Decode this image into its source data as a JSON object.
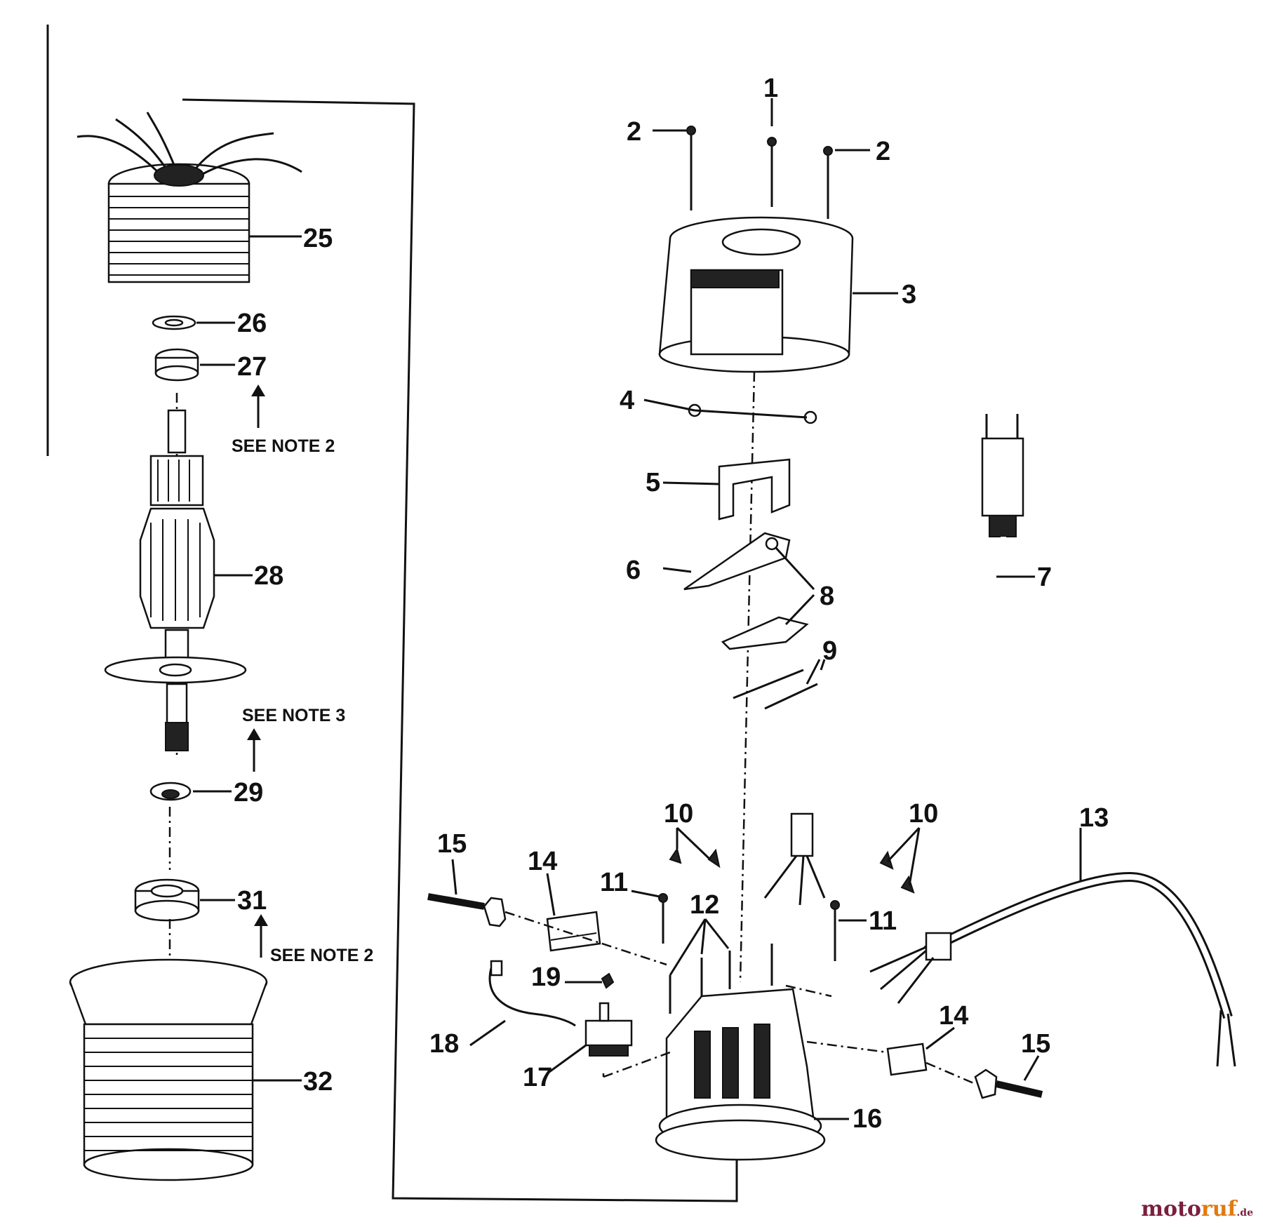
{
  "labels": {
    "p1": "1",
    "p2a": "2",
    "p2b": "2",
    "p3": "3",
    "p4": "4",
    "p5": "5",
    "p6": "6",
    "p7": "7",
    "p8": "8",
    "p9": "9",
    "p10a": "10",
    "p10b": "10",
    "p11a": "11",
    "p11b": "11",
    "p12": "12",
    "p13": "13",
    "p14a": "14",
    "p14b": "14",
    "p15a": "15",
    "p15b": "15",
    "p16": "16",
    "p17": "17",
    "p18": "18",
    "p19": "19",
    "p25": "25",
    "p26": "26",
    "p27": "27",
    "p28": "28",
    "p29": "29",
    "p31": "31",
    "p32": "32"
  },
  "notes": {
    "note2_top": "SEE NOTE 2",
    "note3": "SEE NOTE 3",
    "note2_bottom": "SEE NOTE 2"
  },
  "brand": {
    "part1": "moto",
    "part2": "ruf",
    "part3": ".de"
  }
}
